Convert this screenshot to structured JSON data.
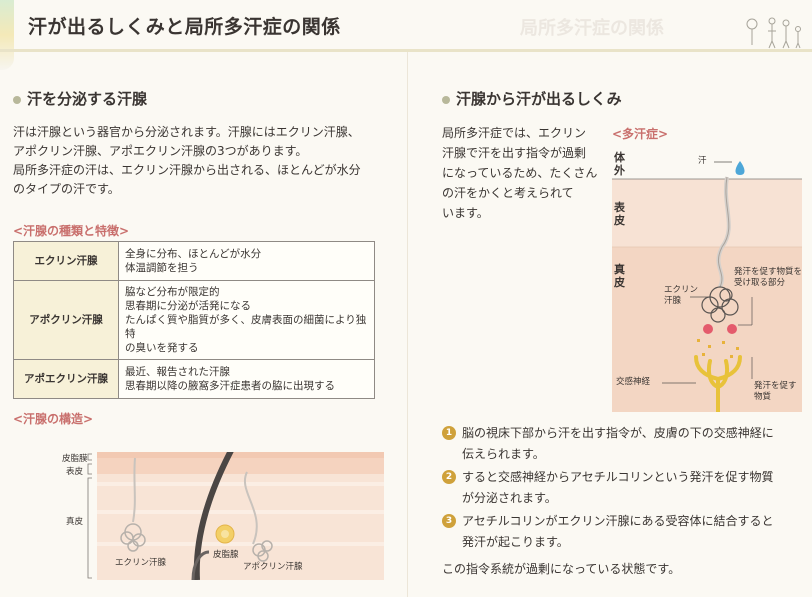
{
  "page_title": "汗が出るしくみと局所多汗症の関係",
  "left": {
    "heading": "汗を分泌する汗腺",
    "intro_lines": [
      "汗は汗腺という器官から分泌されます。汗腺にはエクリン汗腺、",
      "アポクリン汗腺、アポエクリン汗腺の3つがあります。",
      "局所多汗症の汗は、エクリン汗腺から出される、ほとんどが水分",
      "のタイプの汗です。"
    ],
    "types_subhead": "<汗腺の種類と特徴>",
    "types": [
      {
        "name": "エクリン汗腺",
        "desc": [
          "全身に分布、ほとんどが水分",
          "体温調節を担う"
        ]
      },
      {
        "name": "アポクリン汗腺",
        "desc": [
          "脇など分布が限定的",
          "思春期に分泌が活発になる",
          "たんぱく質や脂質が多く、皮膚表面の細菌により独特",
          "の臭いを発する"
        ]
      },
      {
        "name": "アポエクリン汗腺",
        "desc": [
          "最近、報告された汗腺",
          "思春期以降の腋窩多汗症患者の脇に出現する"
        ]
      }
    ],
    "structure_subhead": "<汗腺の構造>",
    "structure_labels": {
      "sebum_film": "皮脂膜",
      "epidermis": "表皮",
      "dermis": "真皮",
      "eccrine": "エクリン汗腺",
      "sebaceous": "皮脂腺",
      "apocrine": "アポクリン汗腺"
    }
  },
  "right": {
    "heading": "汗腺から汗が出るしくみ",
    "intro_lines": [
      "局所多汗症では、エクリン",
      "汗腺で汗を出す指令が過剰",
      "になっているため、たくさん",
      "の汗をかくと考えられて",
      "います。"
    ],
    "diagram_subhead": "<多汗症>",
    "diagram_labels": {
      "outside": "体外",
      "epidermis": "表皮",
      "dermis": "真皮",
      "sweat": "汗",
      "eccrine": [
        "エクリン",
        "汗腺"
      ],
      "receptor": [
        "発汗を促す物質を",
        "受け取る部分"
      ],
      "sympathetic": "交感神経",
      "substance": [
        "発汗を促す",
        "物質"
      ]
    },
    "steps": [
      {
        "num": "1",
        "lines": [
          "脳の視床下部から汗を出す指令が、皮膚の下の交感神経に",
          "伝えられます。"
        ]
      },
      {
        "num": "2",
        "lines": [
          "すると交感神経からアセチルコリンという発汗を促す物質",
          "が分泌されます。"
        ]
      },
      {
        "num": "3",
        "lines": [
          "アセチルコリンがエクリン汗腺にある受容体に結合すると",
          "発汗が起こります。"
        ]
      }
    ],
    "footer": "この指令系統が過剰になっている状態です。"
  },
  "colors": {
    "accent_pink": "#c9706d",
    "bullet": "#b8b89a",
    "step_badge": "#cfa13a",
    "skin": "#f6dccb",
    "nerve": "#e8c23a"
  }
}
